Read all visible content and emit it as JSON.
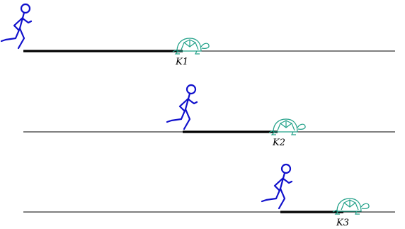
{
  "figure": {
    "stages": [
      {
        "label": "K1",
        "runner_icon": "runner-icon",
        "turtle_icon": "turtle-icon"
      },
      {
        "label": "K2",
        "runner_icon": "runner-icon",
        "turtle_icon": "turtle-icon"
      },
      {
        "label": "K3",
        "runner_icon": "runner-icon",
        "turtle_icon": "turtle-icon"
      }
    ],
    "colors": {
      "runner": "#1010cc",
      "turtle": "#20a088",
      "track": "#000000"
    }
  }
}
